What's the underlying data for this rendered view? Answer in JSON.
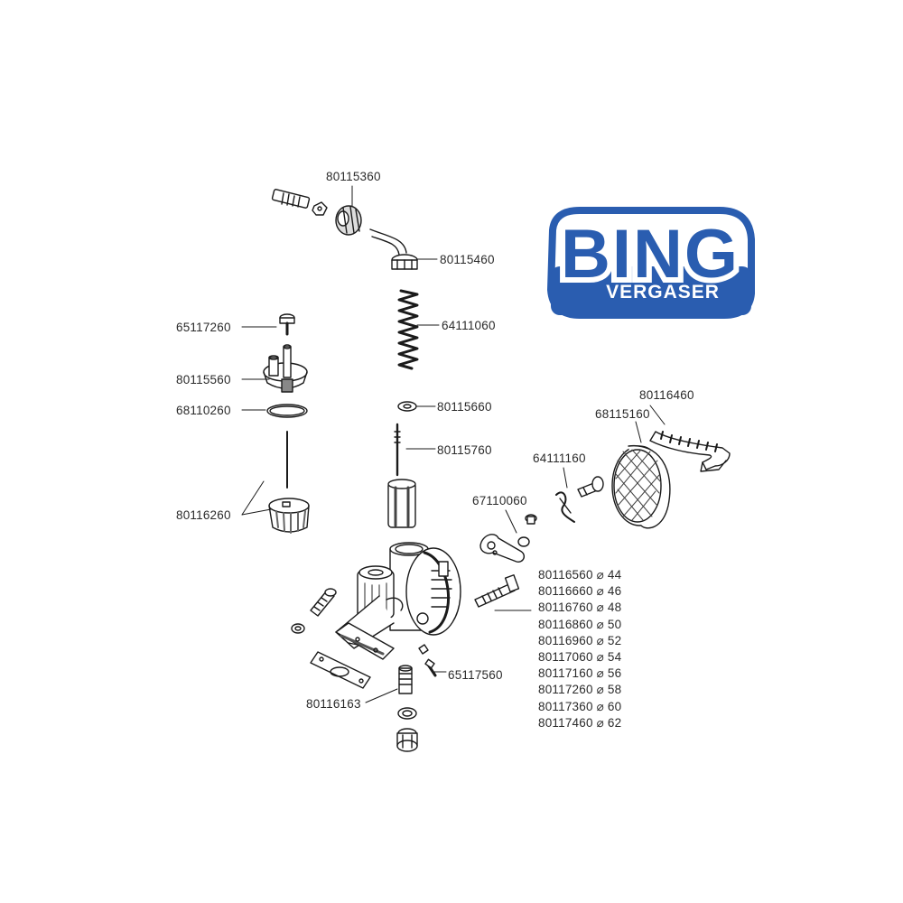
{
  "logo": {
    "brand": "BING",
    "subtitle": "VERGASER",
    "color": "#2a5db0"
  },
  "parts": {
    "p80115360": "80115360",
    "p80115460": "80115460",
    "p64111060": "64111060",
    "p65117260": "65117260",
    "p80115560": "80115560",
    "p68110260": "68110260",
    "p80115660": "80115660",
    "p80115760": "80115760",
    "p80116460": "80116460",
    "p68115160": "68115160",
    "p64111160": "64111160",
    "p67110060": "67110060",
    "p80116260": "80116260",
    "p65117560": "65117560",
    "p80116163": "80116163"
  },
  "size_list": [
    "80116560 ⌀ 44",
    "80116660 ⌀ 46",
    "80116760 ⌀ 48",
    "80116860 ⌀ 50",
    "80116960 ⌀ 52",
    "80117060 ⌀ 54",
    "80117160 ⌀ 56",
    "80117260 ⌀ 58",
    "80117360 ⌀ 60",
    "80117460 ⌀ 62"
  ]
}
